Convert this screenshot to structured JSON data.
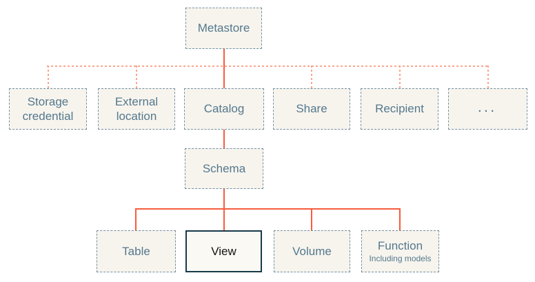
{
  "diagram": {
    "type": "hierarchy",
    "nodes": {
      "metastore": {
        "label": "Metastore"
      },
      "storage_credential": {
        "label": "Storage credential"
      },
      "external_location": {
        "label": "External location"
      },
      "catalog": {
        "label": "Catalog"
      },
      "share": {
        "label": "Share"
      },
      "recipient": {
        "label": "Recipient"
      },
      "more": {
        "label": "..."
      },
      "schema": {
        "label": "Schema"
      },
      "table": {
        "label": "Table"
      },
      "view": {
        "label": "View"
      },
      "volume": {
        "label": "Volume"
      },
      "function": {
        "label": "Function",
        "sublabel": "Including models"
      }
    },
    "edges": [
      {
        "from": "metastore",
        "to": "storage_credential",
        "style": "dashed"
      },
      {
        "from": "metastore",
        "to": "external_location",
        "style": "dashed"
      },
      {
        "from": "metastore",
        "to": "catalog",
        "style": "solid"
      },
      {
        "from": "metastore",
        "to": "share",
        "style": "dashed"
      },
      {
        "from": "metastore",
        "to": "recipient",
        "style": "dashed"
      },
      {
        "from": "metastore",
        "to": "more",
        "style": "dashed"
      },
      {
        "from": "catalog",
        "to": "schema",
        "style": "solid"
      },
      {
        "from": "schema",
        "to": "table",
        "style": "solid"
      },
      {
        "from": "schema",
        "to": "view",
        "style": "solid"
      },
      {
        "from": "schema",
        "to": "volume",
        "style": "solid"
      },
      {
        "from": "schema",
        "to": "function",
        "style": "solid"
      }
    ],
    "highlighted_node": "view",
    "colors": {
      "node_background": "#f7f4ee",
      "node_border": "#7190a2",
      "node_text": "#54788c",
      "highlight_border": "#16394a",
      "highlight_text": "#131313",
      "solid_connector": "#f75b3c",
      "dashed_connector": "#fba48e",
      "page_background": "#ffffff"
    }
  }
}
